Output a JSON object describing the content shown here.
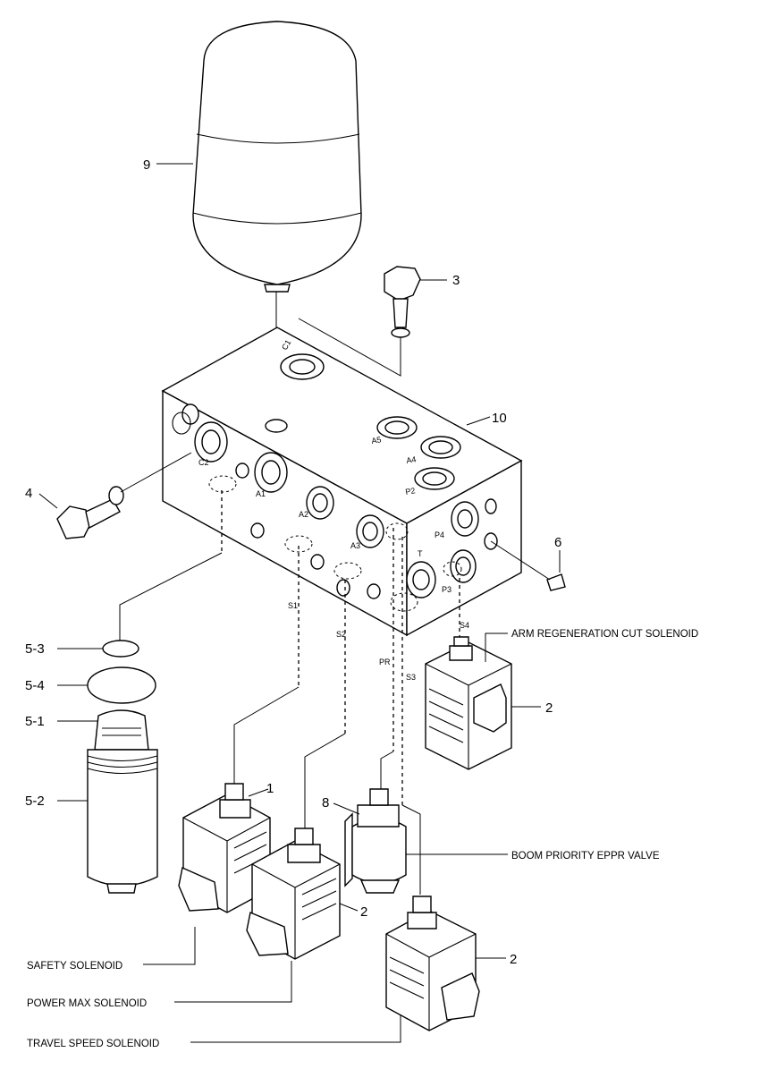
{
  "callouts": {
    "n9": "9",
    "n3": "3",
    "n10": "10",
    "n4": "4",
    "n6": "6",
    "n5_3": "5-3",
    "n5_4": "5-4",
    "n5_1": "5-1",
    "n5_2": "5-2",
    "n2_arm": "2",
    "n1": "1",
    "n8": "8",
    "n2_power": "2",
    "n2_travel": "2"
  },
  "ports": {
    "c1": "C1",
    "c2": "C2",
    "a1": "A1",
    "a2": "A2",
    "a3": "A3",
    "a4": "A4",
    "a5": "A5",
    "p2": "P2",
    "p3": "P3",
    "p4": "P4",
    "t": "T",
    "s1": "S1",
    "s2": "S2",
    "s3": "S3",
    "s4": "S4",
    "pr": "PR"
  },
  "captions": {
    "arm_regen": "ARM REGENERATION CUT SOLENOID",
    "boom_priority": "BOOM PRIORITY EPPR VALVE",
    "safety": "SAFETY SOLENOID",
    "power_max": "POWER MAX SOLENOID",
    "travel_speed": "TRAVEL SPEED SOLENOID"
  }
}
